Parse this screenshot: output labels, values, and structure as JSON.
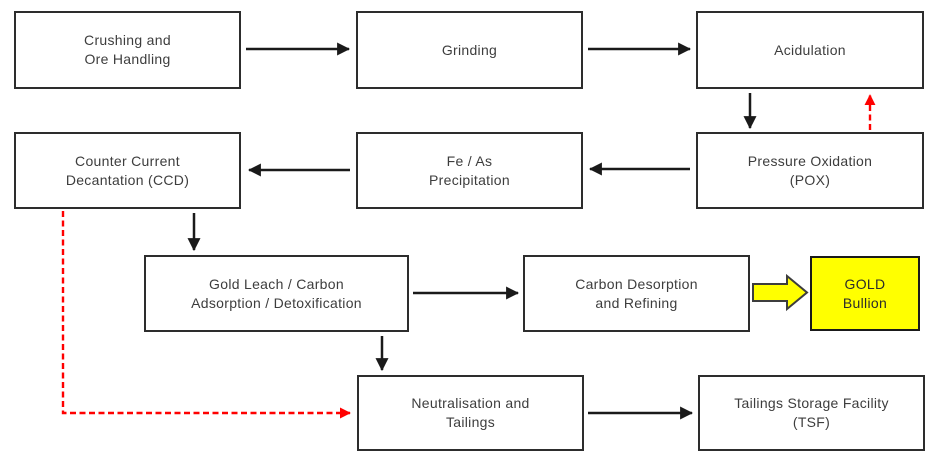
{
  "diagram": {
    "type": "flowchart",
    "nodes": {
      "crushing": {
        "label": "Crushing and\nOre Handling"
      },
      "grinding": {
        "label": "Grinding"
      },
      "acidulation": {
        "label": "Acidulation"
      },
      "ccd": {
        "label": "Counter Current\nDecantation (CCD)"
      },
      "fe_as": {
        "label": "Fe / As\nPrecipitation"
      },
      "pox": {
        "label": "Pressure Oxidation\n(POX)"
      },
      "gold_leach": {
        "label": "Gold Leach / Carbon\nAdsorption / Detoxification"
      },
      "carbon_desorption": {
        "label": "Carbon Desorption\nand Refining"
      },
      "gold_bullion": {
        "label": "GOLD\nBullion",
        "highlight": "yellow"
      },
      "neutralisation": {
        "label": "Neutralisation and\nTailings"
      },
      "tsf": {
        "label": "Tailings Storage Facility\n(TSF)"
      }
    },
    "edges": [
      {
        "from": "crushing",
        "to": "grinding",
        "style": "solid-black"
      },
      {
        "from": "grinding",
        "to": "acidulation",
        "style": "solid-black"
      },
      {
        "from": "acidulation",
        "to": "pox",
        "style": "solid-black"
      },
      {
        "from": "pox",
        "to": "acidulation",
        "style": "dashed-red"
      },
      {
        "from": "pox",
        "to": "fe_as",
        "style": "solid-black"
      },
      {
        "from": "fe_as",
        "to": "ccd",
        "style": "solid-black"
      },
      {
        "from": "ccd",
        "to": "gold_leach",
        "style": "solid-black"
      },
      {
        "from": "ccd",
        "to": "neutralisation",
        "style": "dashed-red"
      },
      {
        "from": "gold_leach",
        "to": "carbon_desorption",
        "style": "solid-black"
      },
      {
        "from": "gold_leach",
        "to": "neutralisation",
        "style": "solid-black"
      },
      {
        "from": "carbon_desorption",
        "to": "gold_bullion",
        "style": "yellow-block-arrow"
      },
      {
        "from": "neutralisation",
        "to": "tsf",
        "style": "solid-black"
      }
    ],
    "colors": {
      "box_border": "#2d2d2d",
      "text": "#3d3d3d",
      "arrow_black": "#1a1a1a",
      "arrow_red": "#ff0000",
      "highlight_yellow": "#ffff00",
      "background": "#ffffff"
    }
  }
}
